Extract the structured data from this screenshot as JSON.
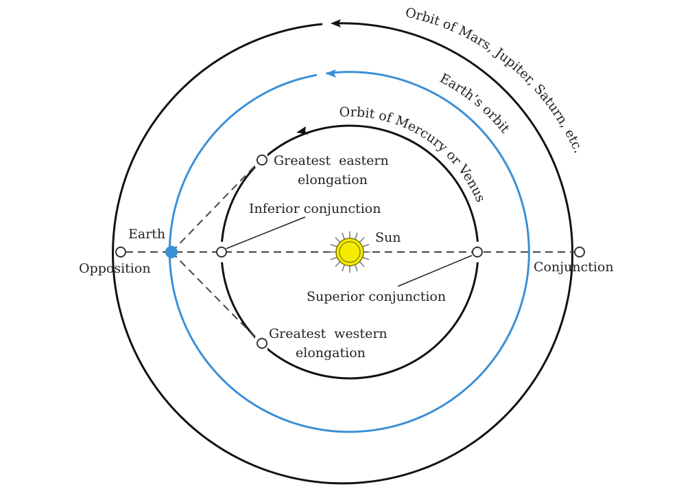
{
  "diagram": {
    "colors": {
      "earth_orbit": "#3a8fd6",
      "earth": "#3a8fd6",
      "orbit": "#111111",
      "sun_fill": "#f5ec00",
      "sun_stroke": "#7a7300",
      "dash": "#444444"
    },
    "orbits": {
      "outer": "Orbit of Mars, Jupiter, Saturn, etc.",
      "earth": "Earth’s orbit",
      "inner": "Orbit of Mercury or Venus"
    },
    "labels": {
      "sun": "Sun",
      "earth": "Earth",
      "opposition": "Opposition",
      "conjunction": "Conjunction",
      "inferior_conjunction": "Inferior conjunction",
      "superior_conjunction": "Superior conjunction",
      "greatest_eastern_1": "Greatest  eastern",
      "greatest_eastern_2": "elongation",
      "greatest_western_1": "Greatest  western",
      "greatest_western_2": "elongation"
    }
  }
}
